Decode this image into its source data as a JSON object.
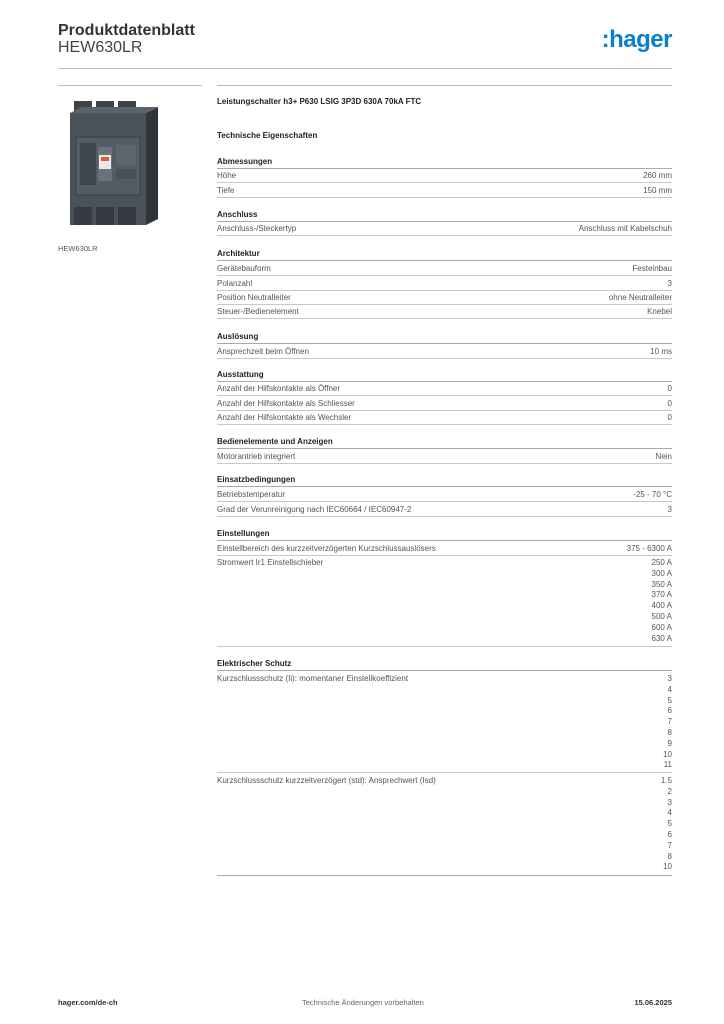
{
  "header": {
    "title": "Produktdatenblatt",
    "code": "HEW630LR",
    "logo": ":hager"
  },
  "product": {
    "image_caption": "HEW630LR",
    "title": "Leistungschalter h3+ P630 LSIG 3P3D 630A 70kA FTC"
  },
  "technical_heading": "Technische Eigenschaften",
  "sections": {
    "abmessungen": {
      "title": "Abmessungen",
      "rows": [
        {
          "label": "Höhe",
          "value": "260 mm"
        },
        {
          "label": "Tiefe",
          "value": "150 mm"
        }
      ]
    },
    "anschluss": {
      "title": "Anschluss",
      "rows": [
        {
          "label": "Anschluss-/Steckertyp",
          "value": "Anschluss mit Kabelschuh"
        }
      ]
    },
    "architektur": {
      "title": "Architektur",
      "rows": [
        {
          "label": "Gerätebauform",
          "value": "Festeinbau"
        },
        {
          "label": "Polanzahl",
          "value": "3"
        },
        {
          "label": "Position Neutralleiter",
          "value": "ohne Neutralleiter"
        },
        {
          "label": "Steuer-/Bedienelement",
          "value": "Knebel"
        }
      ]
    },
    "ausloesung": {
      "title": "Auslösung",
      "rows": [
        {
          "label": "Ansprechzeit beim Öffnen",
          "value": "10 ms"
        }
      ]
    },
    "ausstattung": {
      "title": "Ausstattung",
      "rows": [
        {
          "label": "Anzahl der Hilfskontakte als Öffner",
          "value": "0"
        },
        {
          "label": "Anzahl der Hilfskontakte als Schliesser",
          "value": "0"
        },
        {
          "label": "Anzahl der Hilfskontakte als Wechsler",
          "value": "0"
        }
      ]
    },
    "bedienelemente": {
      "title": "Bedienelemente und Anzeigen",
      "rows": [
        {
          "label": "Motorantrieb integriert",
          "value": "Nein"
        }
      ]
    },
    "einsatzbedingungen": {
      "title": "Einsatzbedingungen",
      "rows": [
        {
          "label": "Betriebstemperatur",
          "value": "-25 - 70 °C"
        },
        {
          "label": "Grad der Verunreinigung nach IEC60664 / IEC60947-2",
          "value": "3"
        }
      ]
    },
    "einstellungen": {
      "title": "Einstellungen",
      "rows": [
        {
          "label": "Einstellbereich des kurzzeitverzögerten Kurzschlussauslösers",
          "value": "375 - 6300 A"
        },
        {
          "label": "Stromwert Ir1 Einstellschieber",
          "values": [
            "250 A",
            "300 A",
            "350 A",
            "370 A",
            "400 A",
            "500 A",
            "600 A",
            "630 A"
          ]
        }
      ]
    },
    "elektrischer_schutz": {
      "title": "Elektrischer Schutz",
      "rows": [
        {
          "label": "Kurzschlussschutz (Ii): momentaner Einstellkoeffizient",
          "values": [
            "3",
            "4",
            "5",
            "6",
            "7",
            "8",
            "9",
            "10",
            "11"
          ]
        },
        {
          "label": "Kurzschlussschutz kurzzeitverzögert (std): Ansprechwert (Isd)",
          "values": [
            "1.5",
            "2",
            "3",
            "4",
            "5",
            "6",
            "7",
            "8",
            "10"
          ]
        }
      ]
    }
  },
  "footer": {
    "left": "hager.com/de-ch",
    "center": "Technische Änderungen vorbehalten",
    "right": "15.06.2025"
  }
}
